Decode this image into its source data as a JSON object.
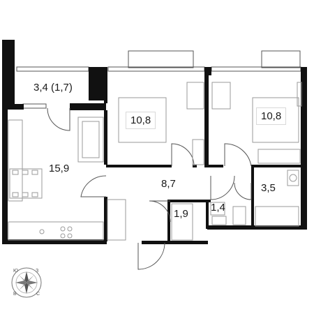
{
  "rooms": [
    {
      "id": "loggia",
      "area": "3,4 (1,7)"
    },
    {
      "id": "living-kitchen",
      "area": "15,9"
    },
    {
      "id": "bedroom-1",
      "area": "10,8"
    },
    {
      "id": "bedroom-2",
      "area": "10,8"
    },
    {
      "id": "hallway",
      "area": "8,7"
    },
    {
      "id": "wardrobe",
      "area": "1,9"
    },
    {
      "id": "toilet",
      "area": "1,4"
    },
    {
      "id": "bathroom",
      "area": "3,5"
    }
  ],
  "compass": {
    "letters": [
      "Ю",
      "З",
      "В",
      "С"
    ]
  },
  "colors": {
    "wall": "#111111",
    "line": "#555555",
    "light": "#9a9a9a"
  }
}
